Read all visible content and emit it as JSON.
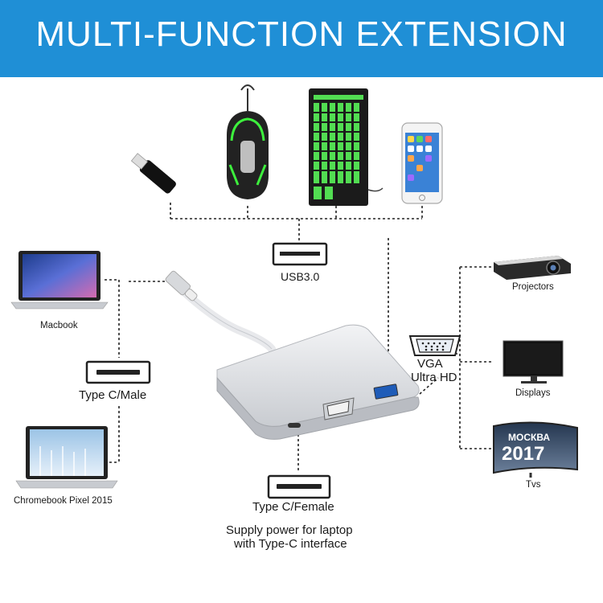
{
  "header": {
    "title": "MULTI-FUNCTION EXTENSION"
  },
  "ports": {
    "usb": "USB3.0",
    "vga_line1": "VGA",
    "vga_line2": "Ultra HD",
    "type_c_male": "Type C/Male",
    "type_c_female": "Type C/Female",
    "power_line1": "Supply power for laptop",
    "power_line2": "with Type-C interface"
  },
  "devices": {
    "macbook": "Macbook",
    "chromebook": "Chromebook Pixel 2015",
    "projectors": "Projectors",
    "displays": "Displays",
    "tvs": "Tvs",
    "tv_screen_line1": "МОСКВА",
    "tv_screen_line2": "2017"
  },
  "colors": {
    "banner": "#1f8fd6",
    "keyboard_glow": "#5cff5c",
    "mouse_glow": "#3df03d"
  }
}
